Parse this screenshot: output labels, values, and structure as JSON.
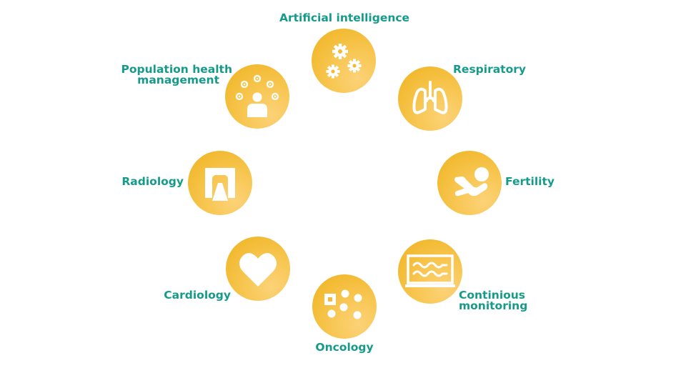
{
  "nodes": {
    "ai": {
      "label": "Artificial intelligence",
      "icon": "gears-icon"
    },
    "respiratory": {
      "label": "Respiratory",
      "icon": "lungs-icon"
    },
    "fertility": {
      "label": "Fertility",
      "icon": "baby-icon"
    },
    "monitoring": {
      "label_line1": "Continious",
      "label_line2": "monitoring",
      "icon": "monitor-waveform-icon"
    },
    "oncology": {
      "label": "Oncology",
      "icon": "cells-icon"
    },
    "cardiology": {
      "label": "Cardiology",
      "icon": "heart-icon"
    },
    "radiology": {
      "label": "Radiology",
      "icon": "scanner-icon"
    },
    "population": {
      "label_line1": "Population health",
      "label_line2": "management",
      "icon": "population-icon"
    }
  },
  "colors": {
    "label": "#169a8a",
    "circle_dark": "#efb21c",
    "circle_light": "#fcd278",
    "icon": "#ffffff"
  }
}
